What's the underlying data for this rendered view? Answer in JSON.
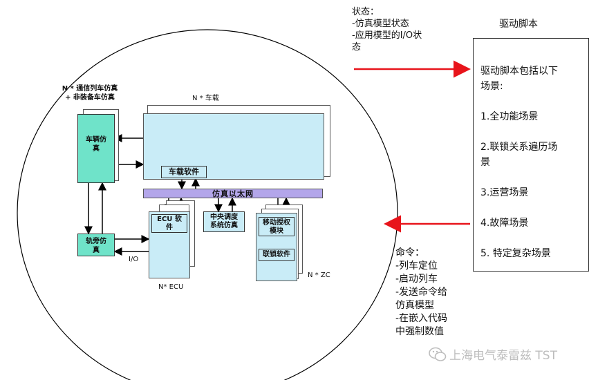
{
  "diagram": {
    "top_left_note": "N * 通信列车仿真\n+ 非装备车仿真",
    "onboard_label": "N * 车载",
    "vehicle_sim": "车辆仿\n真",
    "trackside_sim": "轨旁仿\n真",
    "onboard_software": "车载软件",
    "sim_ethernet": "仿真以太网",
    "ecu_software": "ECU 软\n件",
    "central_dispatch": "中央调度\n系统仿真",
    "movement_authority": "移动授权\n模块",
    "interlocking_software": "联锁软件",
    "io_label": "I/O",
    "n_ecu": "N* ECU",
    "n_zc": "N * ZC"
  },
  "status_note": "状态：\n-仿真模型状态\n-应用模型的I/O状\n态",
  "driver_script": {
    "title": "驱动脚本",
    "intro": "驱动脚本包括以下\n场景:",
    "items": [
      "1.全功能场景",
      "2.联锁关系遍历场\n景",
      "3.运营场景",
      "4.故障场景",
      "5. 特定复杂场景"
    ]
  },
  "command_note": "命令：\n-列车定位\n-启动列车\n-发送命令给\n仿真模型\n-在嵌入代码\n中强制数值",
  "watermark": "上海电气泰雷兹 TST",
  "colors": {
    "arrow_red": "#e8141b",
    "cyan": "#6fe3c9",
    "light_blue": "#c9ecf7",
    "purple": "#b3a6ea"
  }
}
